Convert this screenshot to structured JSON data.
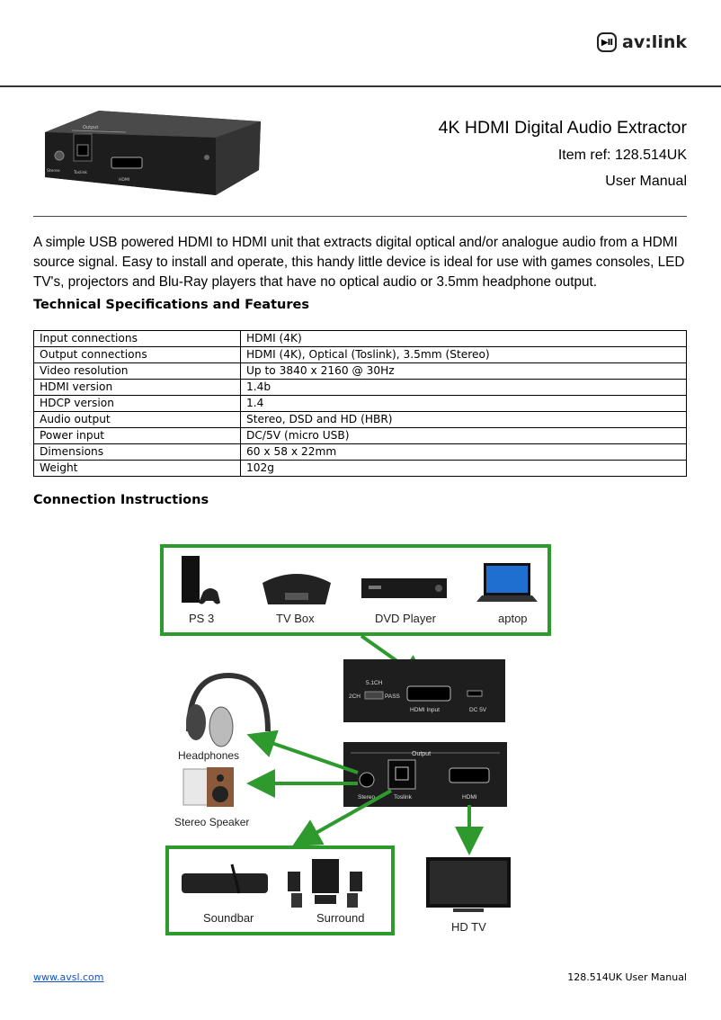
{
  "header": {
    "brand": "av:link",
    "logo_glyph": "▶II"
  },
  "product": {
    "title": "4K HDMI Digital Audio Extractor",
    "item_ref": "Item ref: 128.514UK",
    "doc_type": "User Manual",
    "image_labels": {
      "output": "Output",
      "stereo": "Stereo",
      "toslink": "Toslink",
      "hdmi": "HDMI"
    }
  },
  "intro": "A simple USB powered HDMI to HDMI unit that extracts digital optical and/or analogue audio from a HDMI source signal. Easy to install and operate, this handy little device is ideal for use with games consoles, LED TV's, projectors and Blu-Ray players that have no optical audio or 3.5mm headphone output.",
  "specs": {
    "heading": "Technical Specifications and Features",
    "rows": [
      {
        "key": "Input connections",
        "value": "HDMI (4K)"
      },
      {
        "key": "Output connections",
        "value": "HDMI (4K), Optical (Toslink), 3.5mm (Stereo)"
      },
      {
        "key": "Video resolution",
        "value": "Up to 3840 x 2160 @ 30Hz"
      },
      {
        "key": "HDMI version",
        "value": "1.4b"
      },
      {
        "key": "HDCP version",
        "value": "1.4"
      },
      {
        "key": "Audio output",
        "value": "Stereo, DSD and HD (HBR)"
      },
      {
        "key": "Power input",
        "value": "DC/5V (micro USB)"
      },
      {
        "key": "Dimensions",
        "value": "60 x 58 x 22mm"
      },
      {
        "key": "Weight",
        "value": "102g"
      }
    ]
  },
  "connection": {
    "heading": "Connection Instructions",
    "sources": [
      "PS 3",
      "TV Box",
      "DVD Player",
      "aptop"
    ],
    "input_panel": {
      "ch51": "5.1CH",
      "ch2": "2CH",
      "pass": "PASS",
      "hdmi_input": "HDMI Input",
      "dc": "DC 5V"
    },
    "output_panel": {
      "output": "Output",
      "stereo": "Stereo",
      "toslink": "Toslink",
      "hdmi": "HDMI"
    },
    "headphones": "Headphones",
    "speaker": "Stereo Speaker",
    "soundbar": "Soundbar",
    "surround": "Surround",
    "tv": "HD TV",
    "colors": {
      "green": "#2e9a2e",
      "device": "#1e1e1e"
    }
  },
  "footer": {
    "link": "www.avsl.com",
    "right": "128.514UK User Manual"
  }
}
